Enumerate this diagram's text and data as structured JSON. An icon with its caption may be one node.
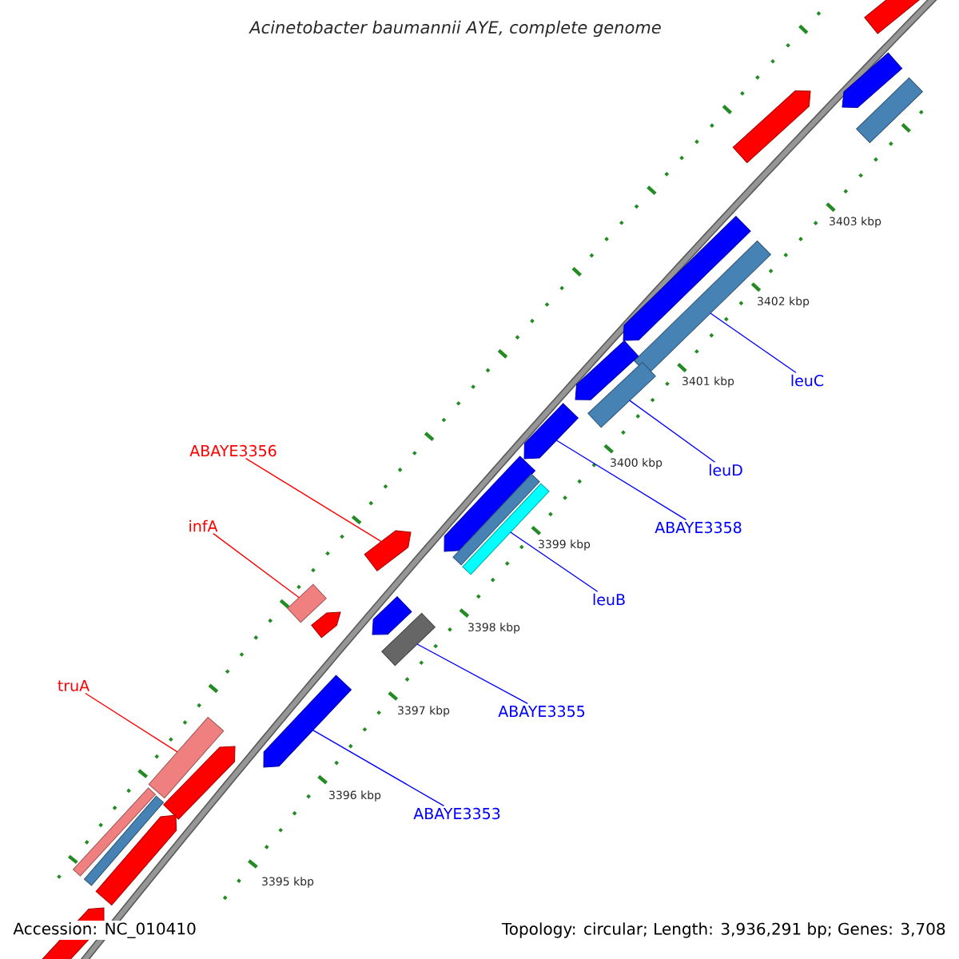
{
  "diagram": {
    "title": "Acinetobacter baumannii AYE, complete genome",
    "nodes": [
      {
        "text": [
          "leuC"
        ]
      },
      {
        "text": [
          "ABAYE3356"
        ]
      },
      {
        "text": [
          "leuD"
        ]
      },
      {
        "text": [
          "infA"
        ]
      },
      {
        "text": [
          "ABAYE3358"
        ]
      },
      {
        "text": [
          "leuB"
        ]
      },
      {
        "text": [
          "truA"
        ]
      },
      {
        "text": [
          "ABAYE3355"
        ]
      },
      {
        "text": [
          "ABAYE3353"
        ]
      },
      {
        "text": [],
        "shape": "pentagon"
      },
      {
        "text": [],
        "shape": "pentagon"
      },
      {
        "text": [],
        "shape": "bar"
      },
      {
        "text": [],
        "shape": "pentagon"
      },
      {
        "text": [],
        "shape": "pentagon"
      },
      {
        "text": [],
        "shape": "bar"
      },
      {
        "text": [],
        "shape": "pentagon"
      },
      {
        "text": [],
        "shape": "bar"
      },
      {
        "text": [],
        "shape": "pentagon"
      },
      {
        "text": [],
        "shape": "pentagon"
      },
      {
        "text": [],
        "shape": "bar"
      },
      {
        "text": [],
        "shape": "bar"
      },
      {
        "text": [],
        "shape": "pentagon"
      },
      {
        "text": [],
        "shape": "bar"
      },
      {
        "text": [],
        "shape": "pentagon"
      },
      {
        "text": [],
        "shape": "pentagon"
      },
      {
        "text": [],
        "shape": "bar"
      },
      {
        "text": [],
        "shape": "pentagon"
      },
      {
        "text": [],
        "shape": "bar"
      },
      {
        "text": [],
        "shape": "pentagon"
      },
      {
        "text": [],
        "shape": "bar"
      },
      {
        "text": [],
        "shape": "bar"
      },
      {
        "text": [],
        "shape": "pentagon"
      },
      {
        "text": [],
        "shape": "pentagon"
      }
    ],
    "edges": [
      {
        "from": 0,
        "to": 14,
        "arrow": "none"
      },
      {
        "from": 1,
        "to": 21,
        "arrow": "none",
        "color": "#ff0000"
      },
      {
        "from": 2,
        "to": 16,
        "arrow": "none"
      },
      {
        "from": 3,
        "to": 22,
        "arrow": "none",
        "color": "#ff0000"
      },
      {
        "from": 4,
        "to": 17,
        "arrow": "none"
      },
      {
        "from": 5,
        "to": 20,
        "arrow": "none"
      },
      {
        "from": 6,
        "to": 27,
        "arrow": "none",
        "color": "#ff0000"
      },
      {
        "from": 7,
        "to": 25,
        "arrow": "none"
      },
      {
        "from": 8,
        "to": 26,
        "arrow": "none"
      }
    ],
    "labels": [
      "3403 kbp",
      "3402 kbp",
      "3401 kbp",
      "3400 kbp",
      "3399 kbp",
      "3398 kbp",
      "3397 kbp",
      "3396 kbp",
      "3395 kbp",
      "Accession: NC_010410",
      "Topology: circular; Length: 3,936,291 bp; Genes: 3,708"
    ]
  }
}
